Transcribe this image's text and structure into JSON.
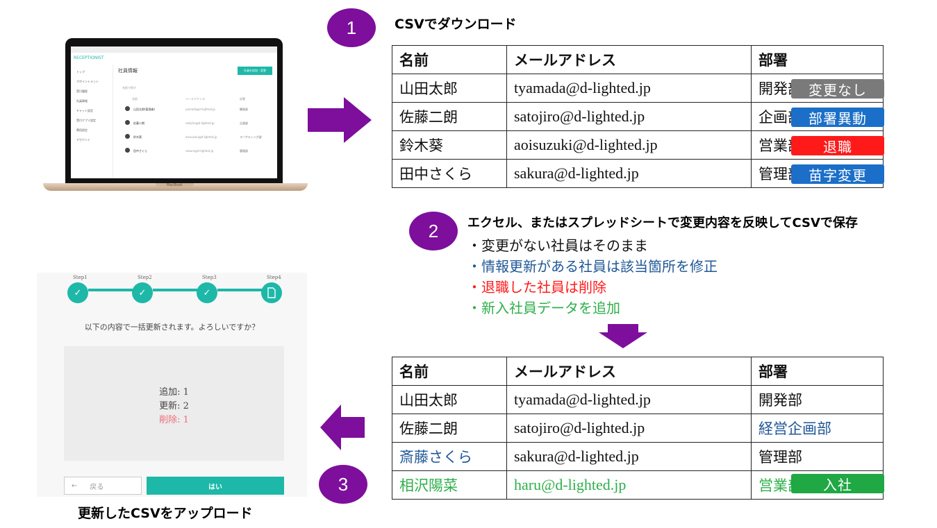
{
  "colors": {
    "purple": "#7d0f9c",
    "teal": "#1db8a8",
    "blue_badge": "#1b6fc8",
    "gray_badge": "#7a7a7a",
    "red_badge": "#ff1a1a",
    "green_badge": "#1fa843",
    "blue_text": "#1f5796",
    "green_text": "#2eaf4a",
    "red_text": "#ff1a1a",
    "pink_text": "#f06b7a"
  },
  "step1": {
    "number": "1",
    "title": "CSVでダウンロード"
  },
  "step2": {
    "number": "2",
    "title": "エクセル、またはスプレッドシートで変更内容を反映してCSVで保存",
    "bullets": [
      "・変更がない社員はそのまま",
      "・情報更新がある社員は該当箇所を修正",
      "・退職した社員は削除",
      "・新入社員データを追加"
    ]
  },
  "step3": {
    "number": "3",
    "caption": "更新したCSVをアップロード"
  },
  "table_headers": {
    "name": "名前",
    "email": "メールアドレス",
    "dept": "部署"
  },
  "table_before": [
    {
      "name": "山田太郎",
      "email": "tyamada@d-lighted.jp",
      "dept": "開発部",
      "badge": "変更なし"
    },
    {
      "name": "佐藤二朗",
      "email": "satojiro@d-lighted.jp",
      "dept": "企画部",
      "badge": "部署異動"
    },
    {
      "name": "鈴木葵",
      "email": "aoisuzuki@d-lighted.jp",
      "dept": "営業部",
      "badge": "退職"
    },
    {
      "name": "田中さくら",
      "email": "sakura@d-lighted.jp",
      "dept": "管理部",
      "badge": "苗字変更"
    }
  ],
  "table_after": [
    {
      "name": "山田太郎",
      "email": "tyamada@d-lighted.jp",
      "dept": "開発部"
    },
    {
      "name": "佐藤二朗",
      "email": "satojiro@d-lighted.jp",
      "dept": "経営企画部"
    },
    {
      "name": "斎藤さくら",
      "email": "sakura@d-lighted.jp",
      "dept": "管理部"
    },
    {
      "name": "相沢陽菜",
      "email": "haru@d-lighted.jp",
      "dept": "営業部",
      "badge": "入社"
    }
  ],
  "laptop": {
    "brand": "RECEPTIONIST",
    "page_title": "社員情報",
    "add_button": "社員を追加・変更",
    "search_placeholder": "名前で探す",
    "nav": [
      "トップ",
      "アポイントメント",
      "受付履歴",
      "社員情報",
      "チャット設定",
      "受付アプリ設定",
      "費用設定",
      "アカウント"
    ],
    "columns": [
      "名前",
      "メールアドレス",
      "部署"
    ],
    "rows": [
      {
        "name": "山田太郎(管理者)",
        "email": "yamada@d-lighted.jp",
        "dept": "開発部"
      },
      {
        "name": "佐藤二朗",
        "email": "satojiro@d-lighted.jp",
        "dept": "企画部"
      },
      {
        "name": "鈴木葵",
        "email": "aoisuzuki@d-lighted.jp",
        "dept": "マーケティング部"
      },
      {
        "name": "田中さくら",
        "email": "sakura@d-lighted.jp",
        "dept": "管理部"
      }
    ],
    "base_label": "MacBook"
  },
  "wizard": {
    "steps": [
      "Step1",
      "Step2",
      "Step3",
      "Step4"
    ],
    "message": "以下の内容で一括更新されます。よろしいですか？",
    "summary_add": "追加: 1",
    "summary_update": "更新: 2",
    "summary_delete": "削除: 1",
    "back_button": "戻る",
    "confirm_button": "はい"
  }
}
